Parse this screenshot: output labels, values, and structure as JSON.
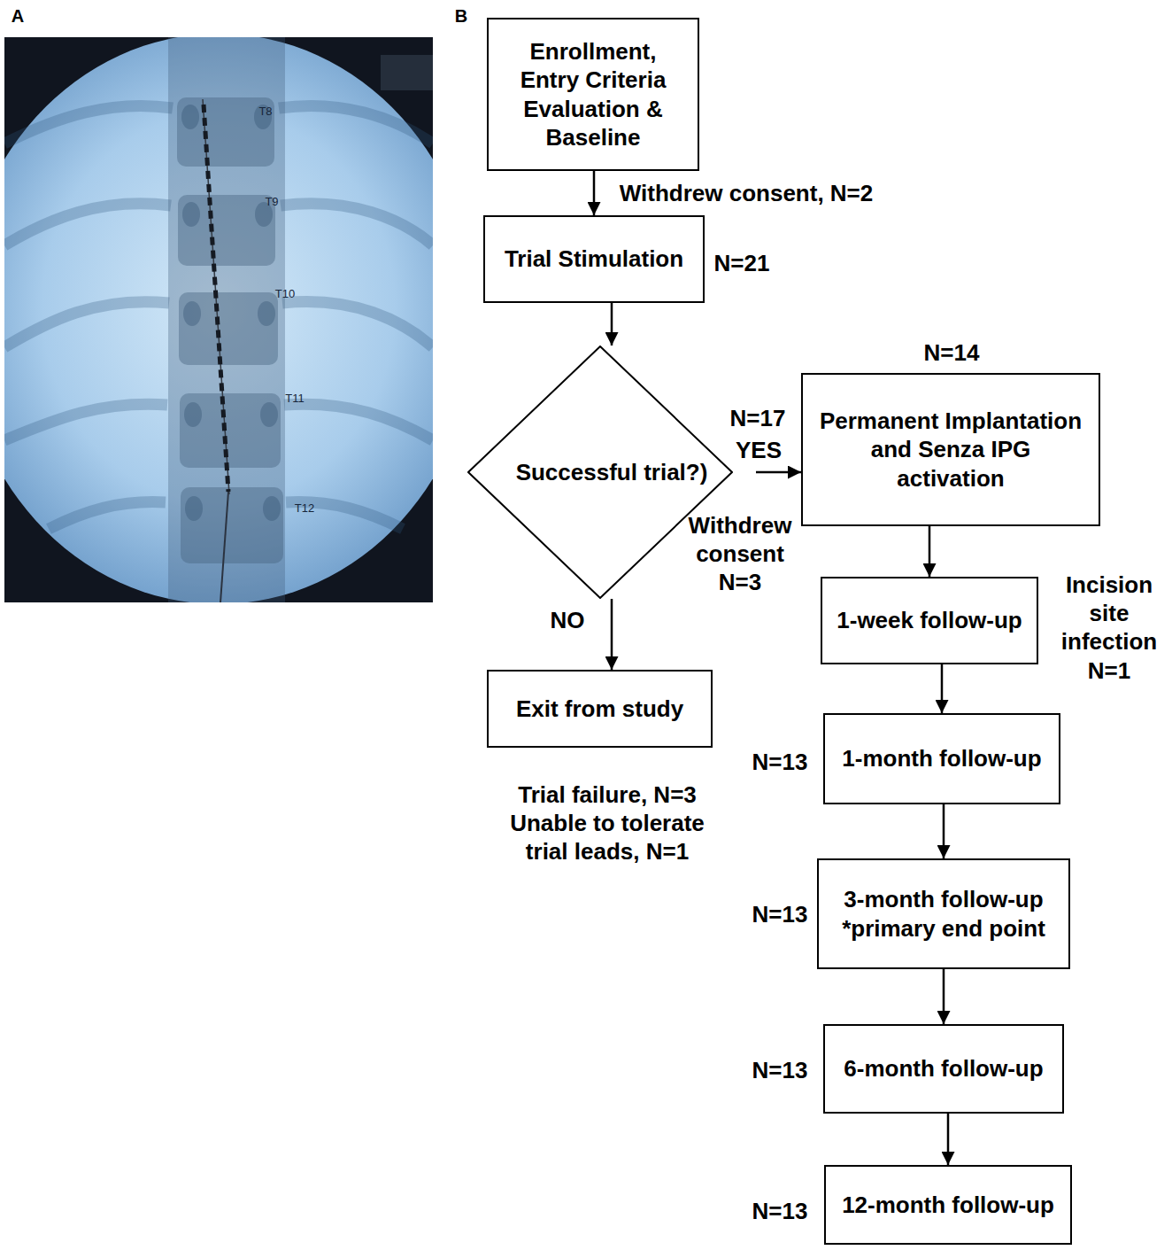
{
  "diagram": {
    "nodes": [
      {
        "text": [
          "Enrollment, Entry Criteria Evaluation & Baseline"
        ]
      },
      {
        "text": [
          "Trial Stimulation"
        ]
      },
      {
        "text": [
          "Successful trial?)"
        ]
      },
      {
        "text": [
          "Permanent Implantation and Senza IPG activation"
        ]
      },
      {
        "text": [
          "Exit from study"
        ]
      },
      {
        "text": [
          "1-week follow-up"
        ]
      },
      {
        "text": [
          "1-month follow-up"
        ]
      },
      {
        "text": [
          "3-month follow-up",
          "*primary end point"
        ]
      },
      {
        "text": [
          "6-month follow-up"
        ]
      },
      {
        "text": [
          "12-month follow-up"
        ]
      }
    ],
    "edges": [
      {
        "from": 0,
        "to": 1,
        "arrow": "to",
        "label": "Withdrew consent, N=2"
      },
      {
        "from": 1,
        "to": 2,
        "arrow": "to"
      },
      {
        "from": 2,
        "to": 3,
        "arrow": "to",
        "label": "YES"
      },
      {
        "from": 2,
        "to": 4,
        "arrow": "to",
        "label": "NO"
      },
      {
        "from": 3,
        "to": 5,
        "arrow": "to"
      },
      {
        "from": 5,
        "to": 6,
        "arrow": "to"
      },
      {
        "from": 6,
        "to": 7,
        "arrow": "to"
      },
      {
        "from": 7,
        "to": 8,
        "arrow": "to"
      },
      {
        "from": 8,
        "to": 9,
        "arrow": "to"
      }
    ],
    "labels": [
      "A",
      "B",
      "T8",
      "T9",
      "T10",
      "T11",
      "T12",
      "N=21",
      "N=17",
      "N=14",
      "Withdrew consent N=3",
      "Incision site infection N=1",
      "Trial failure, N=3",
      "Unable to tolerate trial leads, N=1",
      "N=13",
      "N=13",
      "N=13",
      "N=13"
    ]
  }
}
